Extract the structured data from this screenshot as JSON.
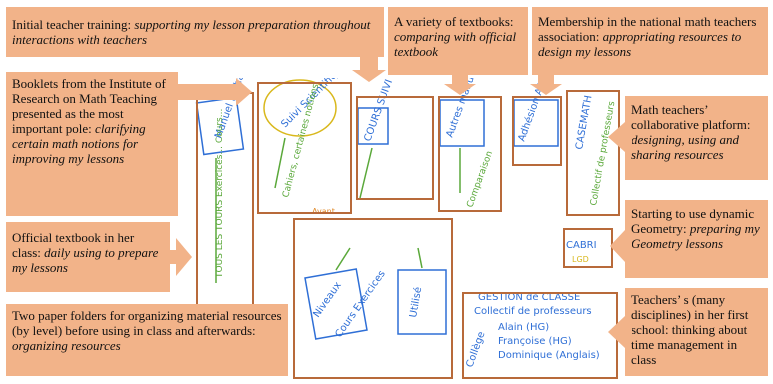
{
  "callouts": {
    "initial_training": {
      "lead": "Initial teacher training: ",
      "italic": "supporting my lesson preparation throughout interactions with teachers"
    },
    "textbooks": {
      "lead": "A variety of textbooks: ",
      "italic": "comparing with official textbook"
    },
    "membership": {
      "lead": "Membership in the national math teachers association: ",
      "italic": "appropriating resources to design my lessons"
    },
    "booklets": {
      "lead": "Booklets from the Institute of Research on Math Teaching presented as the most important pole: ",
      "italic": "clarifying certain math notions for improving my lessons"
    },
    "platform": {
      "lead": "Math teachers’ collaborative platform: ",
      "italic": "designing, using and sharing resources"
    },
    "official_textbook": {
      "lead": "Official textbook in her class: ",
      "italic": "daily using to prepare my lessons"
    },
    "dynamic_geometry": {
      "lead": "Starting to use dynamic Geometry: ",
      "italic": "preparing my Geometry lessons"
    },
    "paper_folders": {
      "lead": "Two paper folders for organizing material resources (by level) before using in class and afterwards: ",
      "italic": "organizing resources"
    },
    "teachers_school": {
      "lead": "Teachers’ s (many disciplines) in her first school: thinking about time management in class",
      "italic": ""
    }
  },
  "drawing": {
    "manuel": "Manuel Pythagore",
    "manuel_note": "TOUS LES TOURS Exercices... Cours...",
    "suivi": "Suivi Scientifiques des IREM",
    "suivi_note": "Cahiers, certaines notions",
    "cours_suivi": "COURS SUIVI",
    "autres": "Autres manuels",
    "autres_note": "Comparaison",
    "adhesion": "Adhésion APMEP",
    "casemath": "CASEMATH",
    "casemath_note": "Collectif de professeurs",
    "cabri": "CABRI",
    "cabri_note": "LGD",
    "niveau": "Niveaux",
    "cours_ex": "Cours Exercices",
    "utilise": "Utilisé",
    "avant": "Avant",
    "gestion": "GESTION de CLASSE",
    "collectif": "Collectif de professeurs",
    "names": [
      "Alain (HG)",
      "Françoise (HG)",
      "Dominique (Anglais)"
    ],
    "college": "Collège"
  },
  "colors": {
    "callout": "#f2b389",
    "frame": "#b86a3a",
    "ink_blue": "#2f6fd6",
    "ink_green": "#5aa83a"
  }
}
